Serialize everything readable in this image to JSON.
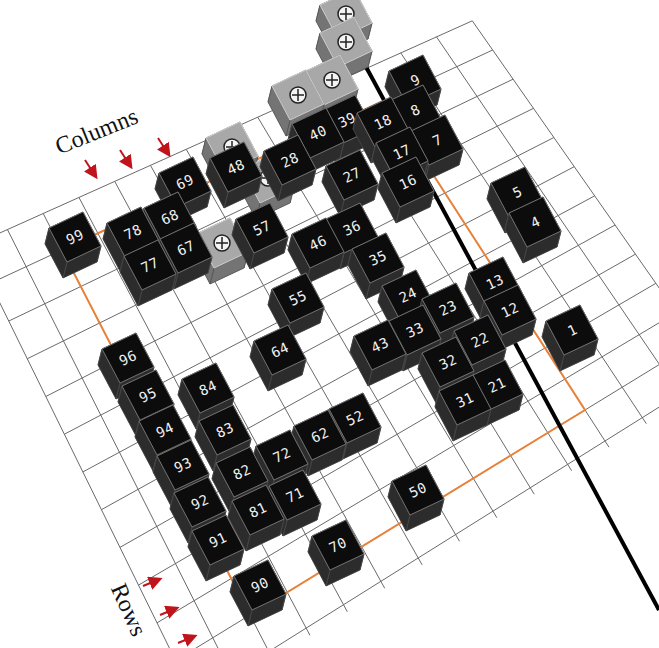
{
  "diagram": {
    "nodes": [
      {
        "text": [
          "9"
        ]
      },
      {
        "text": [
          "8"
        ]
      },
      {
        "text": [
          "39"
        ]
      },
      {
        "text": [
          "18"
        ]
      },
      {
        "text": [
          "40"
        ]
      },
      {
        "text": [
          "7"
        ]
      },
      {
        "text": [
          "17"
        ]
      },
      {
        "text": [
          "28"
        ]
      },
      {
        "text": [
          "48"
        ]
      },
      {
        "text": [
          "27"
        ]
      },
      {
        "text": [
          "69"
        ]
      },
      {
        "text": [
          "16"
        ]
      },
      {
        "text": [
          "5"
        ]
      },
      {
        "text": [
          "68"
        ]
      },
      {
        "text": [
          "4"
        ]
      },
      {
        "text": [
          "57"
        ]
      },
      {
        "text": [
          "36"
        ]
      },
      {
        "text": [
          "78"
        ]
      },
      {
        "text": [
          "99"
        ]
      },
      {
        "text": [
          "46"
        ]
      },
      {
        "text": [
          "67"
        ]
      },
      {
        "text": [
          "35"
        ]
      },
      {
        "text": [
          "77"
        ]
      },
      {
        "text": [
          "13"
        ]
      },
      {
        "text": [
          "24"
        ]
      },
      {
        "text": [
          "55"
        ]
      },
      {
        "text": [
          "23"
        ]
      },
      {
        "text": [
          "12"
        ]
      },
      {
        "text": [
          "33"
        ]
      },
      {
        "text": [
          "1"
        ]
      },
      {
        "text": [
          "22"
        ]
      },
      {
        "text": [
          "43"
        ]
      },
      {
        "text": [
          "64"
        ]
      },
      {
        "text": [
          "96"
        ]
      },
      {
        "text": [
          "32"
        ]
      },
      {
        "text": [
          "84"
        ]
      },
      {
        "text": [
          "21"
        ]
      },
      {
        "text": [
          "95"
        ]
      },
      {
        "text": [
          "31"
        ]
      },
      {
        "text": [
          "52"
        ]
      },
      {
        "text": [
          "94"
        ]
      },
      {
        "text": [
          "83"
        ]
      },
      {
        "text": [
          "62"
        ]
      },
      {
        "text": [
          "72"
        ]
      },
      {
        "text": [
          "93"
        ]
      },
      {
        "text": [
          "82"
        ]
      },
      {
        "text": [
          "50"
        ]
      },
      {
        "text": [
          "71"
        ]
      },
      {
        "text": [
          "92"
        ]
      },
      {
        "text": [
          "81"
        ]
      },
      {
        "text": [
          "91"
        ]
      },
      {
        "text": [
          "70"
        ]
      },
      {
        "text": [
          "90"
        ]
      }
    ],
    "labels": [
      "Columns",
      "Rows"
    ]
  }
}
